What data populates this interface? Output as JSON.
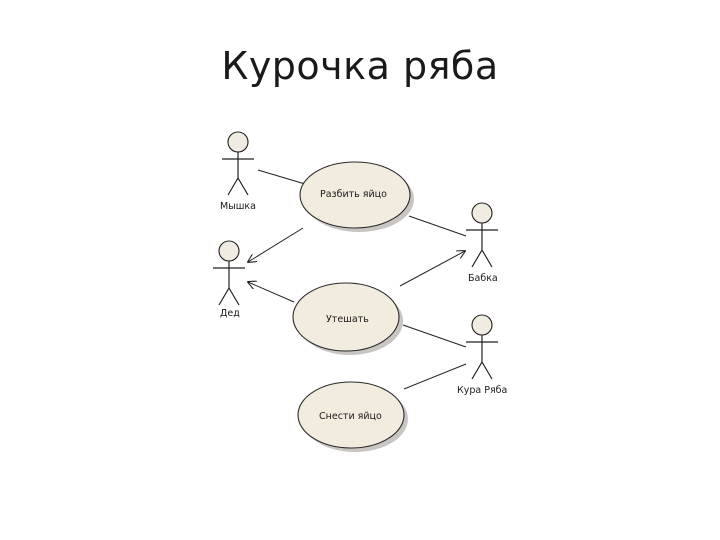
{
  "slide": {
    "title": "Курочка ряба"
  },
  "actors": [
    {
      "id": "myshka",
      "name": "Мышка"
    },
    {
      "id": "ded",
      "name": "Дед"
    },
    {
      "id": "babka",
      "name": "Бабка"
    },
    {
      "id": "kura",
      "name": "Кура Ряба"
    }
  ],
  "use_cases": [
    {
      "id": "razbit",
      "name": "Разбить яйцо"
    },
    {
      "id": "uteshat",
      "name": "Утешать"
    },
    {
      "id": "snesti",
      "name": "Снести яйцо"
    }
  ],
  "colors": {
    "use_case_fill": "#f2ecdf",
    "stroke": "#222222",
    "shadow": "#9a968f"
  }
}
